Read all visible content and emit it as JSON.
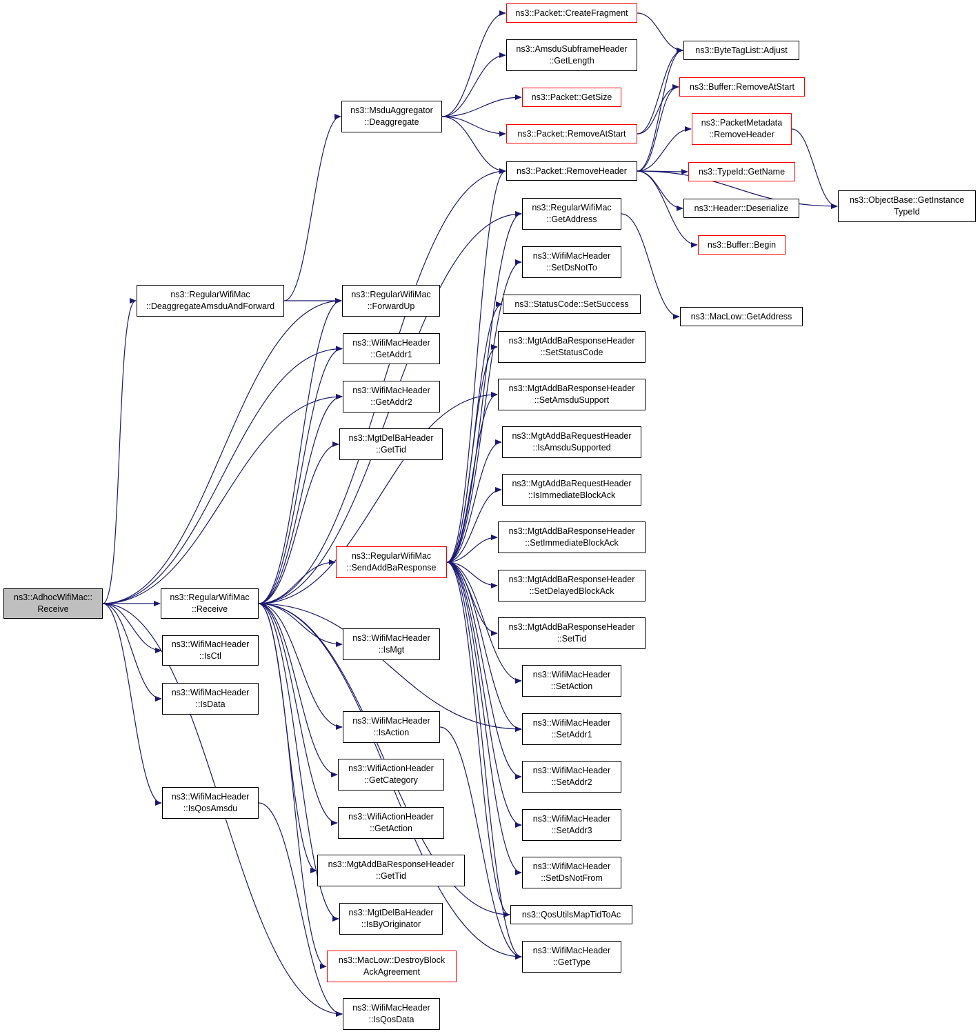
{
  "colors": {
    "edge": "#191970",
    "node_border": "#000000",
    "truncated_border": "#ff0000",
    "root_fill": "#bfbfbf"
  },
  "nodes": [
    {
      "id": "root",
      "lines": [
        "ns3::AdhocWifiMac::",
        "Receive"
      ],
      "style": "root"
    },
    {
      "id": "regularwifimac-deaggregateamsduandforward",
      "lines": [
        "ns3::RegularWifiMac",
        "::DeaggregateAmsduAndForward"
      ],
      "style": "normal"
    },
    {
      "id": "regularwifimac-receive",
      "lines": [
        "ns3::RegularWifiMac",
        "::Receive"
      ],
      "style": "normal"
    },
    {
      "id": "wifimacheader-isctl",
      "lines": [
        "ns3::WifiMacHeader",
        "::IsCtl"
      ],
      "style": "normal"
    },
    {
      "id": "wifimacheader-isdata",
      "lines": [
        "ns3::WifiMacHeader",
        "::IsData"
      ],
      "style": "normal"
    },
    {
      "id": "wifimacheader-isqosamsdu",
      "lines": [
        "ns3::WifiMacHeader",
        "::IsQosAmsdu"
      ],
      "style": "normal"
    },
    {
      "id": "msduaggregator-deaggregate",
      "lines": [
        "ns3::MsduAggregator",
        "::Deaggregate"
      ],
      "style": "normal"
    },
    {
      "id": "regularwifimac-forwardup",
      "lines": [
        "ns3::RegularWifiMac",
        "::ForwardUp"
      ],
      "style": "normal"
    },
    {
      "id": "wifimacheader-getaddr1",
      "lines": [
        "ns3::WifiMacHeader",
        "::GetAddr1"
      ],
      "style": "normal"
    },
    {
      "id": "wifimacheader-getaddr2",
      "lines": [
        "ns3::WifiMacHeader",
        "::GetAddr2"
      ],
      "style": "normal"
    },
    {
      "id": "mgtdelbaheader-gettid",
      "lines": [
        "ns3::MgtDelBaHeader",
        "::GetTid"
      ],
      "style": "normal"
    },
    {
      "id": "regularwifimac-sendaddbaresponse",
      "lines": [
        "ns3::RegularWifiMac",
        "::SendAddBaResponse"
      ],
      "style": "truncated"
    },
    {
      "id": "wifimacheader-ismgt",
      "lines": [
        "ns3::WifiMacHeader",
        "::IsMgt"
      ],
      "style": "normal"
    },
    {
      "id": "wifimacheader-isaction",
      "lines": [
        "ns3::WifiMacHeader",
        "::IsAction"
      ],
      "style": "normal"
    },
    {
      "id": "wifiactionheader-getcategory",
      "lines": [
        "ns3::WifiActionHeader",
        "::GetCategory"
      ],
      "style": "normal"
    },
    {
      "id": "wifiactionheader-getaction",
      "lines": [
        "ns3::WifiActionHeader",
        "::GetAction"
      ],
      "style": "normal"
    },
    {
      "id": "mgtaddbaresponseheader-gettid",
      "lines": [
        "ns3::MgtAddBaResponseHeader",
        "::GetTid"
      ],
      "style": "normal"
    },
    {
      "id": "mgtdelbaheader-isbyoriginator",
      "lines": [
        "ns3::MgtDelBaHeader",
        "::IsByOriginator"
      ],
      "style": "normal"
    },
    {
      "id": "maclow-destroyblockackagreement",
      "lines": [
        "ns3::MacLow::DestroyBlock",
        "AckAgreement"
      ],
      "style": "truncated"
    },
    {
      "id": "wifimacheader-isqosdata",
      "lines": [
        "ns3::WifiMacHeader",
        "::IsQosData"
      ],
      "style": "normal"
    },
    {
      "id": "packet-createfragment",
      "lines": [
        "ns3::Packet::CreateFragment"
      ],
      "style": "truncated"
    },
    {
      "id": "amsdusubframeheader-getlength",
      "lines": [
        "ns3::AmsduSubframeHeader",
        "::GetLength"
      ],
      "style": "normal"
    },
    {
      "id": "packet-getsize",
      "lines": [
        "ns3::Packet::GetSize"
      ],
      "style": "truncated"
    },
    {
      "id": "packet-removeatstart",
      "lines": [
        "ns3::Packet::RemoveAtStart"
      ],
      "style": "truncated"
    },
    {
      "id": "packet-removeheader",
      "lines": [
        "ns3::Packet::RemoveHeader"
      ],
      "style": "normal"
    },
    {
      "id": "regularwifimac-getaddress",
      "lines": [
        "ns3::RegularWifiMac",
        "::GetAddress"
      ],
      "style": "normal"
    },
    {
      "id": "wifimacheader-setdsnotto",
      "lines": [
        "ns3::WifiMacHeader",
        "::SetDsNotTo"
      ],
      "style": "normal"
    },
    {
      "id": "statuscode-setsuccess",
      "lines": [
        "ns3::StatusCode::SetSuccess"
      ],
      "style": "normal"
    },
    {
      "id": "mgtaddbaresponseheader-setstatuscode",
      "lines": [
        "ns3::MgtAddBaResponseHeader",
        "::SetStatusCode"
      ],
      "style": "normal"
    },
    {
      "id": "mgtaddbaresponseheader-setamsdusupport",
      "lines": [
        "ns3::MgtAddBaResponseHeader",
        "::SetAmsduSupport"
      ],
      "style": "normal"
    },
    {
      "id": "mgtaddbarequestheader-isamsdusupported",
      "lines": [
        "ns3::MgtAddBaRequestHeader",
        "::IsAmsduSupported"
      ],
      "style": "normal"
    },
    {
      "id": "mgtaddbarequestheader-isimmediateblockack",
      "lines": [
        "ns3::MgtAddBaRequestHeader",
        "::IsImmediateBlockAck"
      ],
      "style": "normal"
    },
    {
      "id": "mgtaddbaresponseheader-setimmediateblockack",
      "lines": [
        "ns3::MgtAddBaResponseHeader",
        "::SetImmediateBlockAck"
      ],
      "style": "normal"
    },
    {
      "id": "mgtaddbaresponseheader-setdelayedblockack",
      "lines": [
        "ns3::MgtAddBaResponseHeader",
        "::SetDelayedBlockAck"
      ],
      "style": "normal"
    },
    {
      "id": "mgtaddbaresponseheader-settid",
      "lines": [
        "ns3::MgtAddBaResponseHeader",
        "::SetTid"
      ],
      "style": "normal"
    },
    {
      "id": "wifimacheader-setaction",
      "lines": [
        "ns3::WifiMacHeader",
        "::SetAction"
      ],
      "style": "normal"
    },
    {
      "id": "wifimacheader-setaddr1",
      "lines": [
        "ns3::WifiMacHeader",
        "::SetAddr1"
      ],
      "style": "normal"
    },
    {
      "id": "wifimacheader-setaddr2",
      "lines": [
        "ns3::WifiMacHeader",
        "::SetAddr2"
      ],
      "style": "normal"
    },
    {
      "id": "wifimacheader-setaddr3",
      "lines": [
        "ns3::WifiMacHeader",
        "::SetAddr3"
      ],
      "style": "normal"
    },
    {
      "id": "wifimacheader-setdsnotfrom",
      "lines": [
        "ns3::WifiMacHeader",
        "::SetDsNotFrom"
      ],
      "style": "normal"
    },
    {
      "id": "qosutilsmaptidtoac",
      "lines": [
        "ns3::QosUtilsMapTidToAc"
      ],
      "style": "normal"
    },
    {
      "id": "wifimacheader-gettype",
      "lines": [
        "ns3::WifiMacHeader",
        "::GetType"
      ],
      "style": "normal"
    },
    {
      "id": "bytetaglist-adjust",
      "lines": [
        "ns3::ByteTagList::Adjust"
      ],
      "style": "normal"
    },
    {
      "id": "buffer-removeatstart",
      "lines": [
        "ns3::Buffer::RemoveAtStart"
      ],
      "style": "truncated"
    },
    {
      "id": "packetmetadata-removeheader",
      "lines": [
        "ns3::PacketMetadata",
        "::RemoveHeader"
      ],
      "style": "truncated"
    },
    {
      "id": "typeid-getname",
      "lines": [
        "ns3::TypeId::GetName"
      ],
      "style": "truncated"
    },
    {
      "id": "header-deserialize",
      "lines": [
        "ns3::Header::Deserialize"
      ],
      "style": "normal"
    },
    {
      "id": "buffer-begin",
      "lines": [
        "ns3::Buffer::Begin"
      ],
      "style": "truncated"
    },
    {
      "id": "maclow-getaddress",
      "lines": [
        "ns3::MacLow::GetAddress"
      ],
      "style": "normal"
    },
    {
      "id": "objectbase-getinstancetypeid",
      "lines": [
        "ns3::ObjectBase::GetInstance",
        "TypeId"
      ],
      "style": "normal"
    }
  ],
  "edges": [
    [
      "root",
      "regularwifimac-deaggregateamsduandforward"
    ],
    [
      "root",
      "regularwifimac-forwardup"
    ],
    [
      "root",
      "wifimacheader-getaddr1"
    ],
    [
      "root",
      "wifimacheader-getaddr2"
    ],
    [
      "root",
      "regularwifimac-receive"
    ],
    [
      "root",
      "wifimacheader-isctl"
    ],
    [
      "root",
      "wifimacheader-isdata"
    ],
    [
      "root",
      "wifimacheader-isqosamsdu"
    ],
    [
      "root",
      "wifimacheader-isqosdata"
    ],
    [
      "regularwifimac-deaggregateamsduandforward",
      "msduaggregator-deaggregate"
    ],
    [
      "regularwifimac-deaggregateamsduandforward",
      "regularwifimac-forwardup"
    ],
    [
      "regularwifimac-receive",
      "regularwifimac-forwardup"
    ],
    [
      "regularwifimac-receive",
      "wifimacheader-getaddr1"
    ],
    [
      "regularwifimac-receive",
      "wifimacheader-getaddr2"
    ],
    [
      "regularwifimac-receive",
      "mgtdelbaheader-gettid"
    ],
    [
      "regularwifimac-receive",
      "regularwifimac-sendaddbaresponse"
    ],
    [
      "regularwifimac-receive",
      "wifimacheader-ismgt"
    ],
    [
      "regularwifimac-receive",
      "wifimacheader-isaction"
    ],
    [
      "regularwifimac-receive",
      "wifiactionheader-getcategory"
    ],
    [
      "regularwifimac-receive",
      "wifiactionheader-getaction"
    ],
    [
      "regularwifimac-receive",
      "mgtaddbaresponseheader-gettid"
    ],
    [
      "regularwifimac-receive",
      "mgtdelbaheader-isbyoriginator"
    ],
    [
      "regularwifimac-receive",
      "maclow-destroyblockackagreement"
    ],
    [
      "regularwifimac-receive",
      "packet-removeheader"
    ],
    [
      "regularwifimac-receive",
      "regularwifimac-getaddress"
    ],
    [
      "regularwifimac-receive",
      "mgtaddbaresponseheader-setamsdusupport"
    ],
    [
      "regularwifimac-receive",
      "wifimacheader-setaddr1"
    ],
    [
      "regularwifimac-receive",
      "qosutilsmaptidtoac"
    ],
    [
      "regularwifimac-receive",
      "wifimacheader-gettype"
    ],
    [
      "wifimacheader-isqosamsdu",
      "wifimacheader-isqosdata"
    ],
    [
      "msduaggregator-deaggregate",
      "packet-createfragment"
    ],
    [
      "msduaggregator-deaggregate",
      "amsdusubframeheader-getlength"
    ],
    [
      "msduaggregator-deaggregate",
      "packet-getsize"
    ],
    [
      "msduaggregator-deaggregate",
      "packet-removeatstart"
    ],
    [
      "msduaggregator-deaggregate",
      "packet-removeheader"
    ],
    [
      "wifimacheader-isaction",
      "wifimacheader-gettype"
    ],
    [
      "regularwifimac-sendaddbaresponse",
      "packet-removeheader"
    ],
    [
      "regularwifimac-sendaddbaresponse",
      "regularwifimac-getaddress"
    ],
    [
      "regularwifimac-sendaddbaresponse",
      "wifimacheader-setdsnotto"
    ],
    [
      "regularwifimac-sendaddbaresponse",
      "statuscode-setsuccess"
    ],
    [
      "regularwifimac-sendaddbaresponse",
      "mgtaddbaresponseheader-setstatuscode"
    ],
    [
      "regularwifimac-sendaddbaresponse",
      "mgtaddbaresponseheader-setamsdusupport"
    ],
    [
      "regularwifimac-sendaddbaresponse",
      "mgtaddbarequestheader-isamsdusupported"
    ],
    [
      "regularwifimac-sendaddbaresponse",
      "mgtaddbarequestheader-isimmediateblockack"
    ],
    [
      "regularwifimac-sendaddbaresponse",
      "mgtaddbaresponseheader-setimmediateblockack"
    ],
    [
      "regularwifimac-sendaddbaresponse",
      "mgtaddbaresponseheader-setdelayedblockack"
    ],
    [
      "regularwifimac-sendaddbaresponse",
      "mgtaddbaresponseheader-settid"
    ],
    [
      "regularwifimac-sendaddbaresponse",
      "wifimacheader-setaction"
    ],
    [
      "regularwifimac-sendaddbaresponse",
      "wifimacheader-setaddr1"
    ],
    [
      "regularwifimac-sendaddbaresponse",
      "wifimacheader-setaddr2"
    ],
    [
      "regularwifimac-sendaddbaresponse",
      "wifimacheader-setaddr3"
    ],
    [
      "regularwifimac-sendaddbaresponse",
      "wifimacheader-setdsnotfrom"
    ],
    [
      "regularwifimac-sendaddbaresponse",
      "qosutilsmaptidtoac"
    ],
    [
      "regularwifimac-sendaddbaresponse",
      "wifimacheader-gettype"
    ],
    [
      "packet-createfragment",
      "bytetaglist-adjust"
    ],
    [
      "packet-removeatstart",
      "bytetaglist-adjust"
    ],
    [
      "packet-removeatstart",
      "buffer-removeatstart"
    ],
    [
      "packet-removeheader",
      "bytetaglist-adjust"
    ],
    [
      "packet-removeheader",
      "buffer-removeatstart"
    ],
    [
      "packet-removeheader",
      "packetmetadata-removeheader"
    ],
    [
      "packet-removeheader",
      "typeid-getname"
    ],
    [
      "packet-removeheader",
      "header-deserialize"
    ],
    [
      "packet-removeheader",
      "buffer-begin"
    ],
    [
      "packet-removeheader",
      "objectbase-getinstancetypeid"
    ],
    [
      "packetmetadata-removeheader",
      "objectbase-getinstancetypeid"
    ],
    [
      "regularwifimac-getaddress",
      "maclow-getaddress"
    ]
  ]
}
